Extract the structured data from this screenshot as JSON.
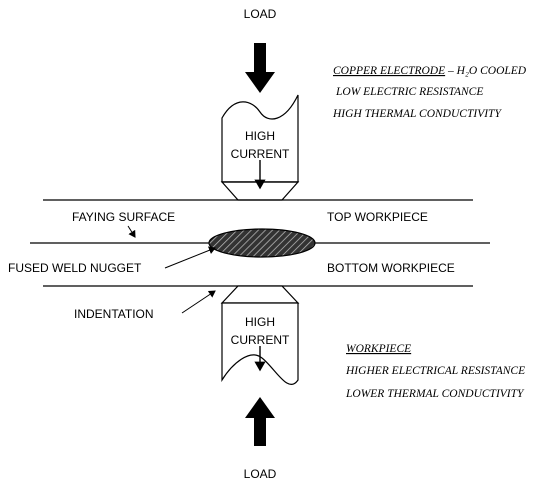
{
  "labels": {
    "load_top": "LOAD",
    "load_bottom": "LOAD",
    "high_current_top_1": "HIGH",
    "high_current_top_2": "CURRENT",
    "high_current_bottom_1": "HIGH",
    "high_current_bottom_2": "CURRENT",
    "faying_surface": "FAYING SURFACE",
    "top_workpiece": "TOP WORKPIECE",
    "fused_weld_nugget": "FUSED WELD NUGGET",
    "bottom_workpiece": "BOTTOM WORKPIECE",
    "indentation": "INDENTATION"
  },
  "electrode_notes": {
    "title": "COPPER ELECTRODE",
    "title_suffix": " – H₂O COOLED",
    "line1": "LOW ELECTRIC RESISTANCE",
    "line2": "HIGH THERMAL CONDUCTIVITY"
  },
  "workpiece_notes": {
    "title": "WORKPIECE",
    "line1": "HIGHER ELECTRICAL RESISTANCE",
    "line2": "LOWER THERMAL CONDUCTIVITY"
  }
}
